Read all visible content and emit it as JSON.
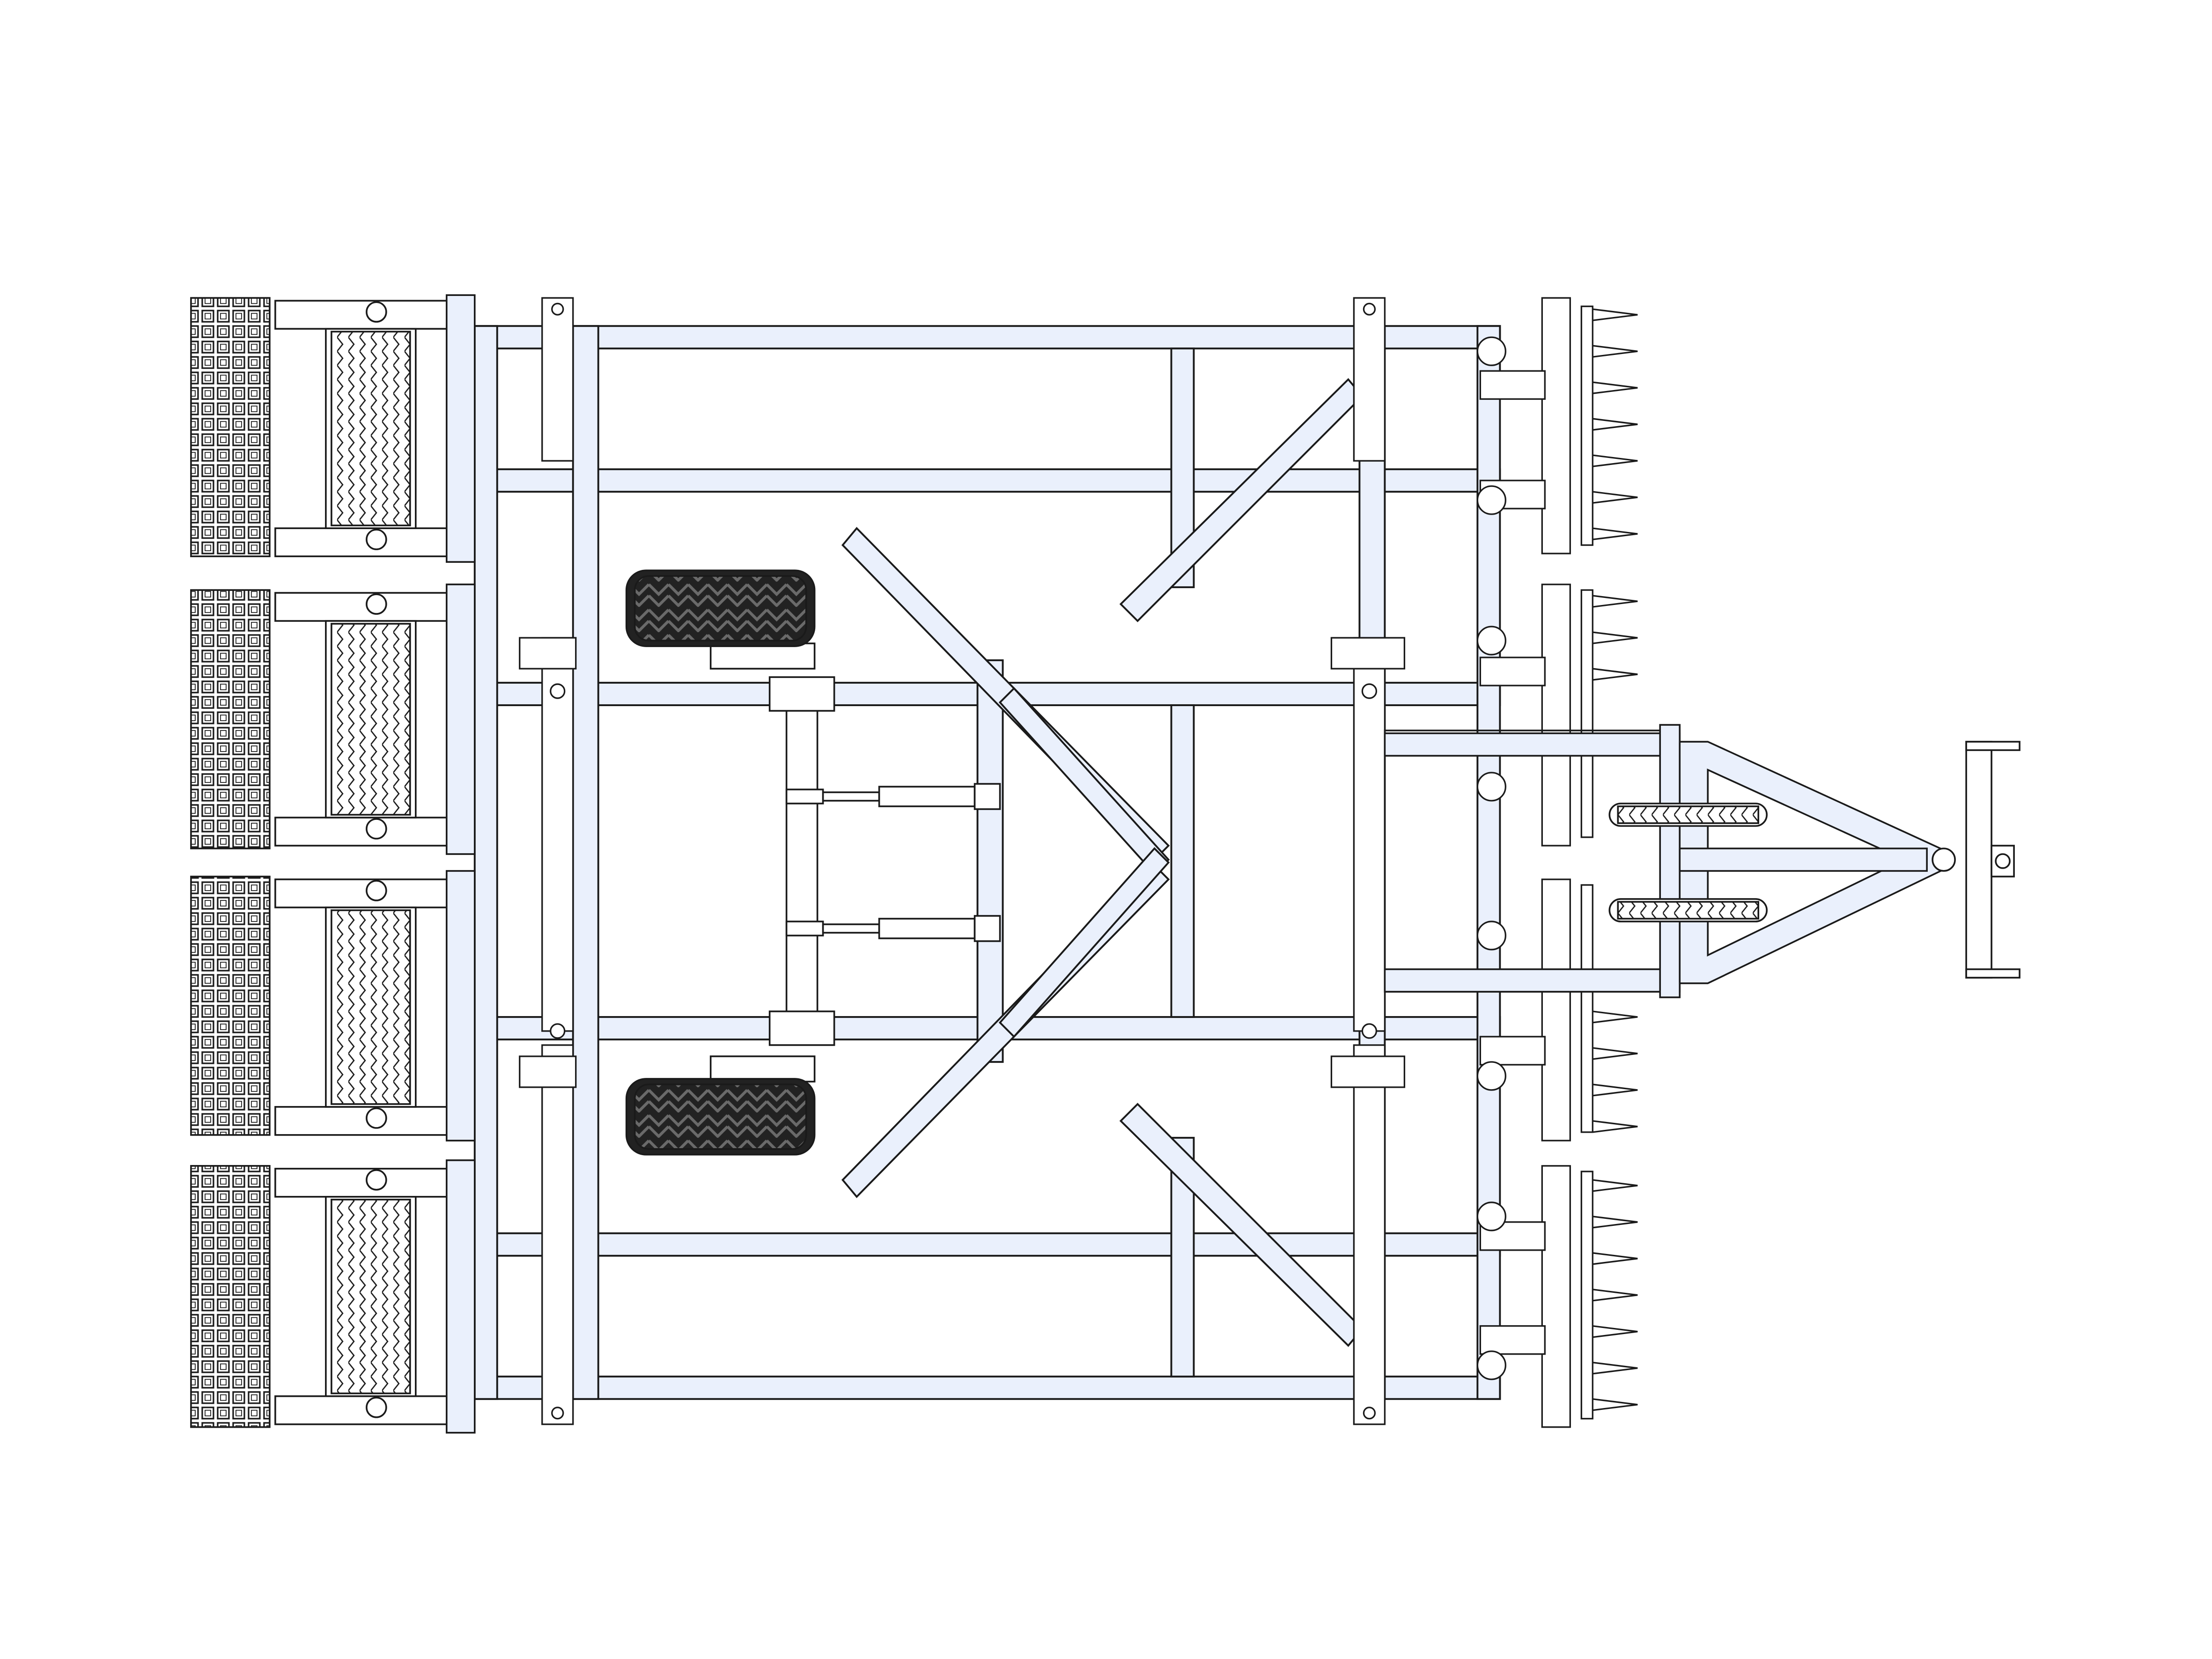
{
  "diagram": {
    "view": "top-view",
    "subject": "trailed-disc-cultivator-with-roller",
    "colors": {
      "frame_fill": "#eaf0fc",
      "outline": "#1a1a1a",
      "tire": "#222222",
      "tire_tread": "#555555",
      "detail_fill": "#ffffff"
    },
    "assemblies": [
      {
        "name": "rear-packer-roller-sections",
        "count": 4
      },
      {
        "name": "main-frame",
        "count": 1
      },
      {
        "name": "transport-wheels",
        "count": 2
      },
      {
        "name": "front-disc-gang-sections",
        "count": 4
      },
      {
        "name": "tow-drawbar",
        "count": 1
      },
      {
        "name": "hitch-plate",
        "count": 1
      }
    ]
  }
}
